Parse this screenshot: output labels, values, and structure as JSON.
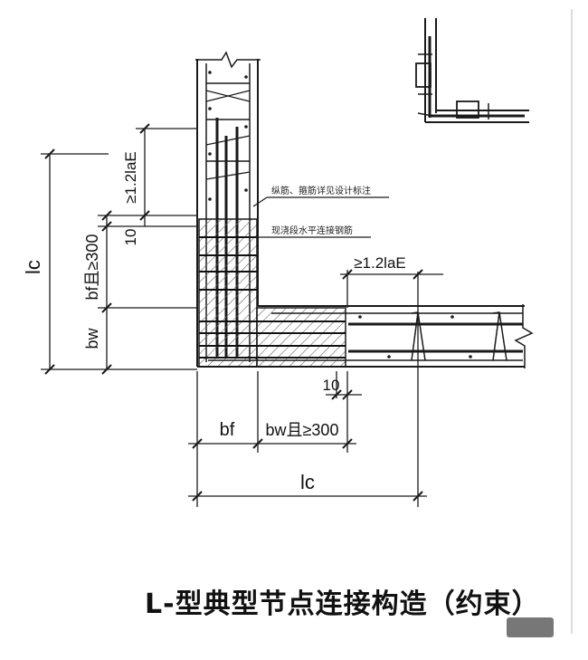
{
  "title": "L-型典型节点连接构造（约束）",
  "labels": {
    "lc_left": "lc",
    "lc_bottom": "lc",
    "bf_vertical": "bf且≥300",
    "bw_vertical": "bw",
    "bf_horizontal": "bf",
    "bw_horizontal": "bw且≥300",
    "lae_vertical": "≥1.2laE",
    "lae_horizontal": "≥1.2laE",
    "ten_vertical": "10",
    "ten_horizontal": "10",
    "note_1": "纵筋、箍筋详见设计标注",
    "note_2": "现浇段水平连接钢筋"
  },
  "colors": {
    "line": "#1a1a1a",
    "hatch": "#555555",
    "frame": "#cccccc"
  }
}
